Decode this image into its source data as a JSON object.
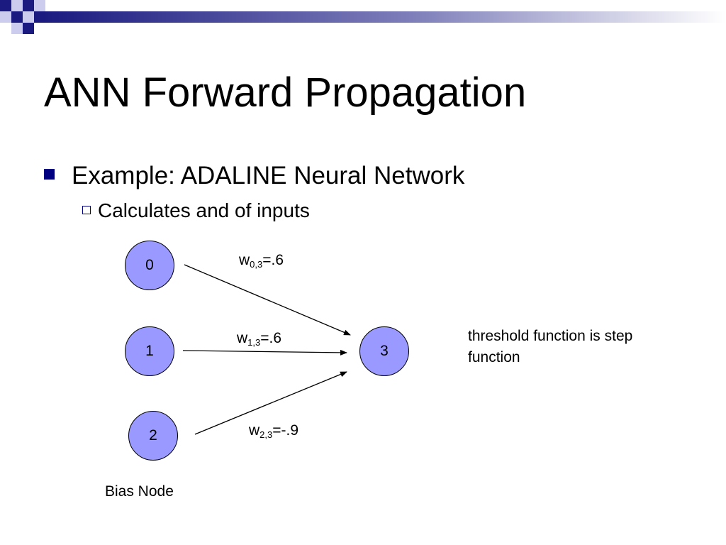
{
  "slide": {
    "title": "ANN Forward Propagation",
    "bullet_1": "Example: ADALINE Neural Network",
    "bullet_2": "Calculates and of inputs"
  },
  "colors": {
    "node_fill": "#9999ff",
    "bullet_marker": "#000080",
    "banner_dark": "#1a1a80"
  },
  "diagram": {
    "nodes": [
      {
        "id": "0",
        "label": "0"
      },
      {
        "id": "1",
        "label": "1"
      },
      {
        "id": "2",
        "label": "2"
      },
      {
        "id": "3",
        "label": "3"
      }
    ],
    "weights": [
      {
        "name": "w",
        "sub": "0,3",
        "value": "=.6"
      },
      {
        "name": "w",
        "sub": "1,3",
        "value": "=.6"
      },
      {
        "name": "w",
        "sub": "2,3",
        "value": "=-.9"
      }
    ],
    "note": "threshold function is step function",
    "bias_label": "Bias Node"
  }
}
